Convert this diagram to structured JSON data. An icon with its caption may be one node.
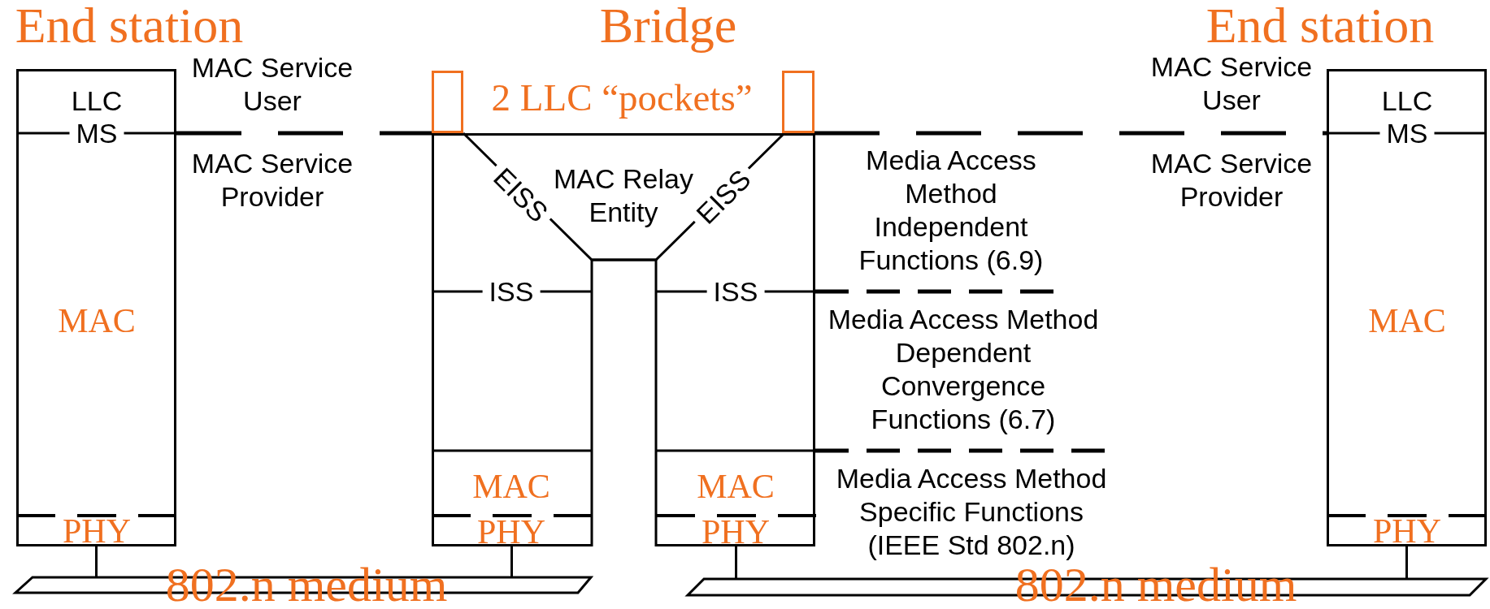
{
  "diagram": {
    "nodes": [
      {
        "text": [
          "End station",
          "LLC",
          "MS",
          "MAC",
          "PHY"
        ]
      },
      {
        "text": [
          "Bridge"
        ]
      },
      {
        "text": [],
        "shape": "box"
      },
      {
        "text": [],
        "shape": "box"
      },
      {
        "text": [
          "EISS",
          "MAC Relay Entity",
          "EISS"
        ],
        "in": 1
      },
      {
        "text": [
          "ISS",
          "MAC",
          "PHY"
        ],
        "in": 1
      },
      {
        "text": [
          "ISS",
          "MAC",
          "PHY"
        ],
        "in": 1
      },
      {
        "text": [
          "End station",
          "LLC",
          "MS",
          "MAC",
          "PHY"
        ]
      },
      {
        "text": [
          "802.n medium"
        ]
      },
      {
        "text": [
          "802.n medium"
        ]
      }
    ],
    "edges": [
      {
        "from": 0,
        "to": 2,
        "arrow": "none",
        "style": "dashed"
      },
      {
        "from": 3,
        "to": 7,
        "arrow": "none",
        "style": "dashed"
      },
      {
        "from": 0,
        "to": 8,
        "arrow": "none"
      },
      {
        "from": 5,
        "to": 8,
        "arrow": "none"
      },
      {
        "from": 6,
        "to": 9,
        "arrow": "none"
      },
      {
        "from": 7,
        "to": 9,
        "arrow": "none"
      }
    ],
    "labels": [
      "MAC Service User",
      "2 LLC “pockets”",
      "MAC Service User",
      "MAC Service Provider",
      "Media Access Method Independent Functions (6.9)",
      "MAC Service Provider",
      "Media Access Method Dependent Convergence Functions (6.7)",
      "Media Access Method Specific Functions (IEEE Std 802.n)"
    ]
  }
}
